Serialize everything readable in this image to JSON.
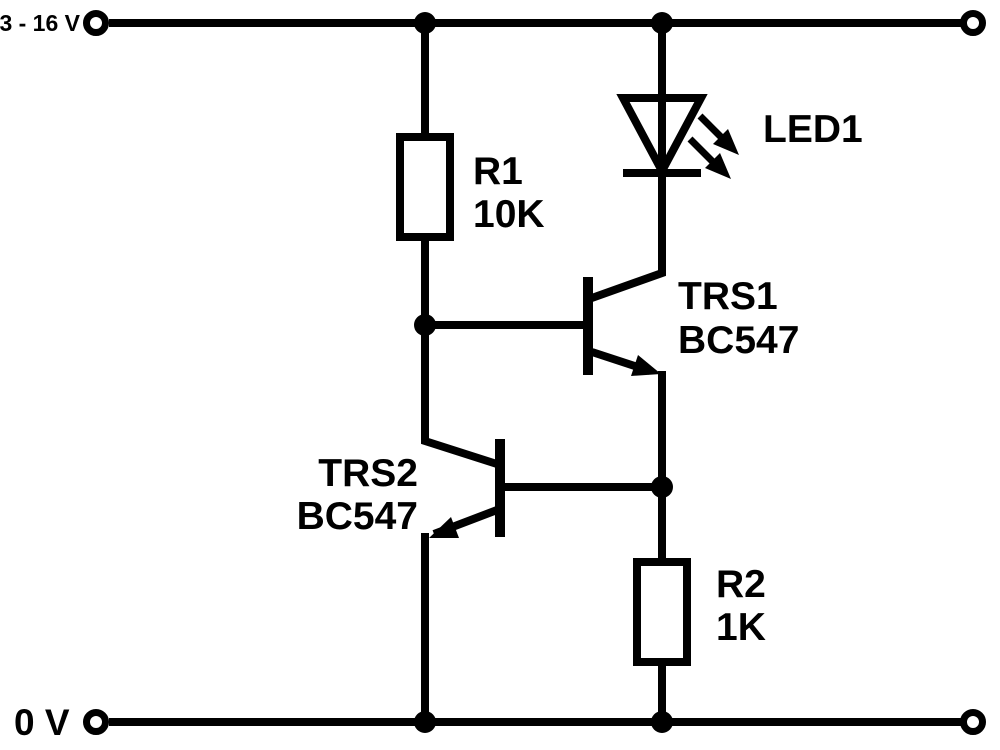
{
  "diagram": {
    "kind": "circuit-schematic",
    "background_color": "#ffffff",
    "line_color": "#000000",
    "rails": {
      "top_label": "3 - 16 V",
      "bottom_label": "0 V"
    },
    "components": {
      "r1": {
        "ref": "R1",
        "value": "10K",
        "type": "resistor"
      },
      "led1": {
        "ref": "LED1",
        "type": "led"
      },
      "trs1": {
        "ref": "TRS1",
        "part": "BC547",
        "type": "npn-transistor"
      },
      "trs2": {
        "ref": "TRS2",
        "part": "BC547",
        "type": "npn-transistor"
      },
      "r2": {
        "ref": "R2",
        "value": "1K",
        "type": "resistor"
      }
    }
  }
}
